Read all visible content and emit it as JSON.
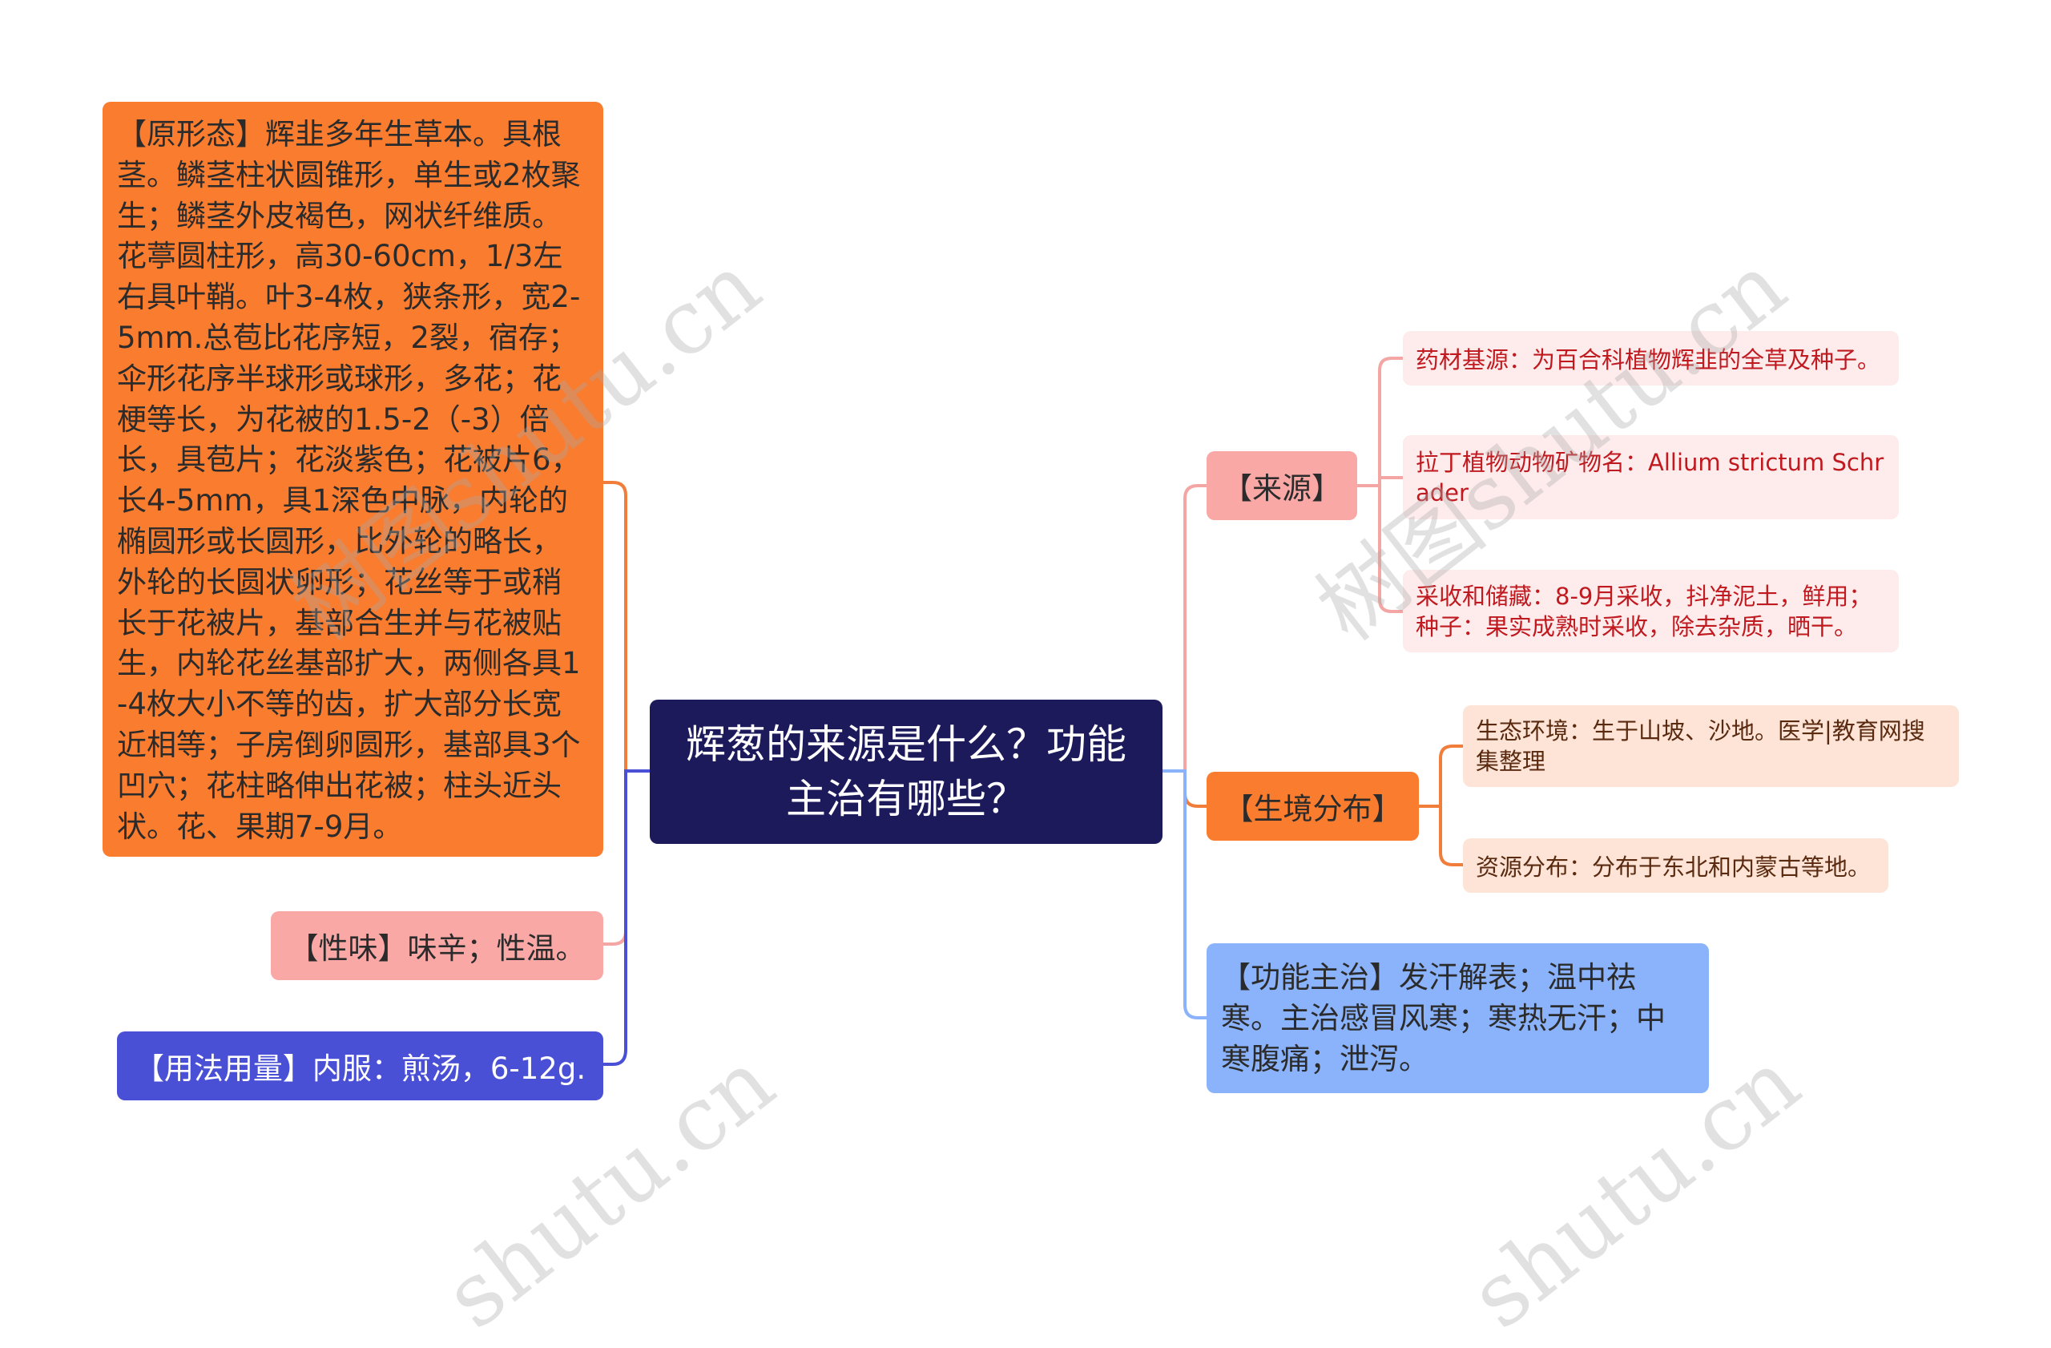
{
  "root": {
    "title": "辉葱的来源是什么？功能主治有哪些？",
    "color": "#1c1a5b"
  },
  "left": {
    "morphology": {
      "text": "【原形态】辉韭多年生草本。具根茎。鳞茎柱状圆锥形，单生或2枚聚生；鳞茎外皮褐色，网状纤维质。花葶圆柱形，高30-60cm，1/3左右具叶鞘。叶3-4枚，狭条形，宽2-5mm.总苞比花序短，2裂，宿存；伞形花序半球形或球形，多花；花梗等长，为花被的1.5-2（-3）倍长，具苞片；花淡紫色；花被片6，长4-5mm，具1深色中脉，内轮的椭圆形或长圆形，比外轮的略长，外轮的长圆状卵形；花丝等于或稍长于花被片，基部合生并与花被贴生，内轮花丝基部扩大，两侧各具1-4枚大小不等的齿，扩大部分长宽近相等；子房倒卵圆形，基部具3个凹穴；花柱略伸出花被；柱头近头状。花、果期7-9月。",
      "color": "#f97c2f"
    },
    "nature": {
      "text": "【性味】味辛；性温。",
      "color": "#f9a8a6"
    },
    "usage": {
      "text": "【用法用量】内服：煎汤，6-12g.",
      "color": "#4a50d6"
    }
  },
  "right": {
    "source": {
      "label": "【来源】",
      "color": "#f9a8a6",
      "children": [
        {
          "text": "药材基源：为百合科植物辉韭的全草及种子。"
        },
        {
          "text": "拉丁植物动物矿物名：Allium strictum Schrader"
        },
        {
          "text": "采收和储藏：8-9月采收，抖净泥土，鲜用；种子：果实成熟时采收，除去杂质，晒干。"
        }
      ],
      "child_bg": "#fdeceb",
      "child_text_color": "#c0191f"
    },
    "habitat": {
      "label": "【生境分布】",
      "color": "#f97c2f",
      "children": [
        {
          "text": "生态环境：生于山坡、沙地。医学|教育网搜集整理"
        },
        {
          "text": "资源分布：分布于东北和内蒙古等地。"
        }
      ],
      "child_bg": "#fde4d6",
      "child_text_color": "#5a2a10"
    },
    "function": {
      "text": "【功能主治】发汗解表；温中祛寒。主治感冒风寒；寒热无汗；中寒腹痛；泄泻。",
      "color": "#8bb3fb"
    }
  },
  "watermark": {
    "text_full": "树图shutu.cn",
    "text_partial": "shutu.cn"
  }
}
